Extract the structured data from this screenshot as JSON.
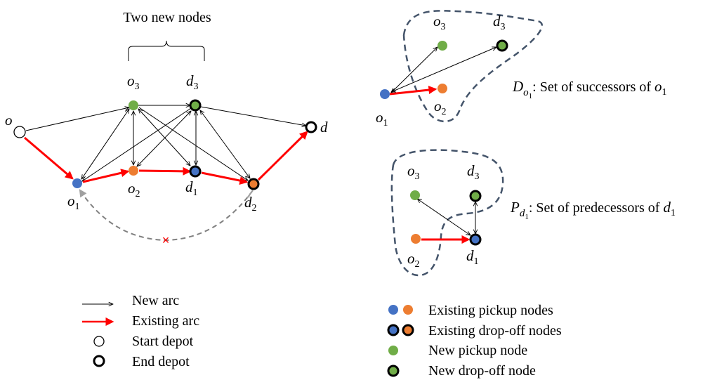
{
  "main": {
    "title": "Two new nodes",
    "start_label": "o",
    "end_label": "d",
    "o1": {
      "v": "o",
      "s": "1"
    },
    "o2": {
      "v": "o",
      "s": "2"
    },
    "o3": {
      "v": "o",
      "s": "3"
    },
    "d1": {
      "v": "d",
      "s": "1"
    },
    "d2": {
      "v": "d",
      "s": "2"
    },
    "d3": {
      "v": "d",
      "s": "3"
    },
    "cross": "×"
  },
  "successors": {
    "o1": {
      "v": "o",
      "s": "1"
    },
    "o2": {
      "v": "o",
      "s": "2"
    },
    "o3": {
      "v": "o",
      "s": "3"
    },
    "d3": {
      "v": "d",
      "s": "3"
    },
    "caption_symbol": "D",
    "caption_sub": "o",
    "caption_subsub": "1",
    "caption_text": ": Set of successors of ",
    "caption_end_v": "o",
    "caption_end_s": "1"
  },
  "predecessors": {
    "o2": {
      "v": "o",
      "s": "2"
    },
    "o3": {
      "v": "o",
      "s": "3"
    },
    "d1": {
      "v": "d",
      "s": "1"
    },
    "d3": {
      "v": "d",
      "s": "3"
    },
    "caption_symbol": "P",
    "caption_sub": "d",
    "caption_subsub": "1",
    "caption_text": ": Set of predecessors of ",
    "caption_end_v": "d",
    "caption_end_s": "1"
  },
  "legend_left": {
    "new_arc": "New arc",
    "existing_arc": "Existing arc",
    "start_depot": "Start depot",
    "end_depot": "End depot"
  },
  "legend_right": {
    "existing_pickup": "Existing pickup nodes",
    "existing_dropoff": "Existing drop-off nodes",
    "new_pickup": "New pickup node",
    "new_dropoff": "New drop-off node"
  },
  "colors": {
    "blue": "#4472c4",
    "orange": "#ed7d31",
    "green": "#70ad47",
    "red": "#ff0000",
    "dashed_gray": "#808080",
    "region_border": "#44546a"
  }
}
